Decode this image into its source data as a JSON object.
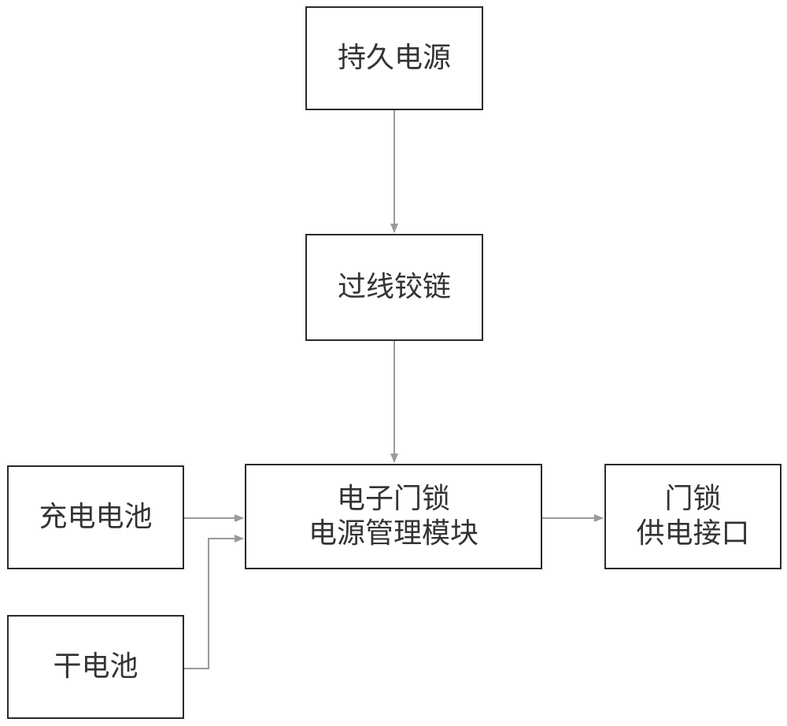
{
  "boxes": {
    "permanent_power": {
      "label": "持久电源"
    },
    "hinge": {
      "label": "过线铰链"
    },
    "module": {
      "line1": "电子门锁",
      "line2": "电源管理模块"
    },
    "rechargeable_battery": {
      "label": "充电电池"
    },
    "dry_battery": {
      "label": "干电池"
    },
    "lock_interface": {
      "line1": "门锁",
      "line2": "供电接口"
    }
  },
  "colors": {
    "box_border": "#2a2a2a",
    "text": "#333333",
    "connector": "#9a9a9a"
  }
}
